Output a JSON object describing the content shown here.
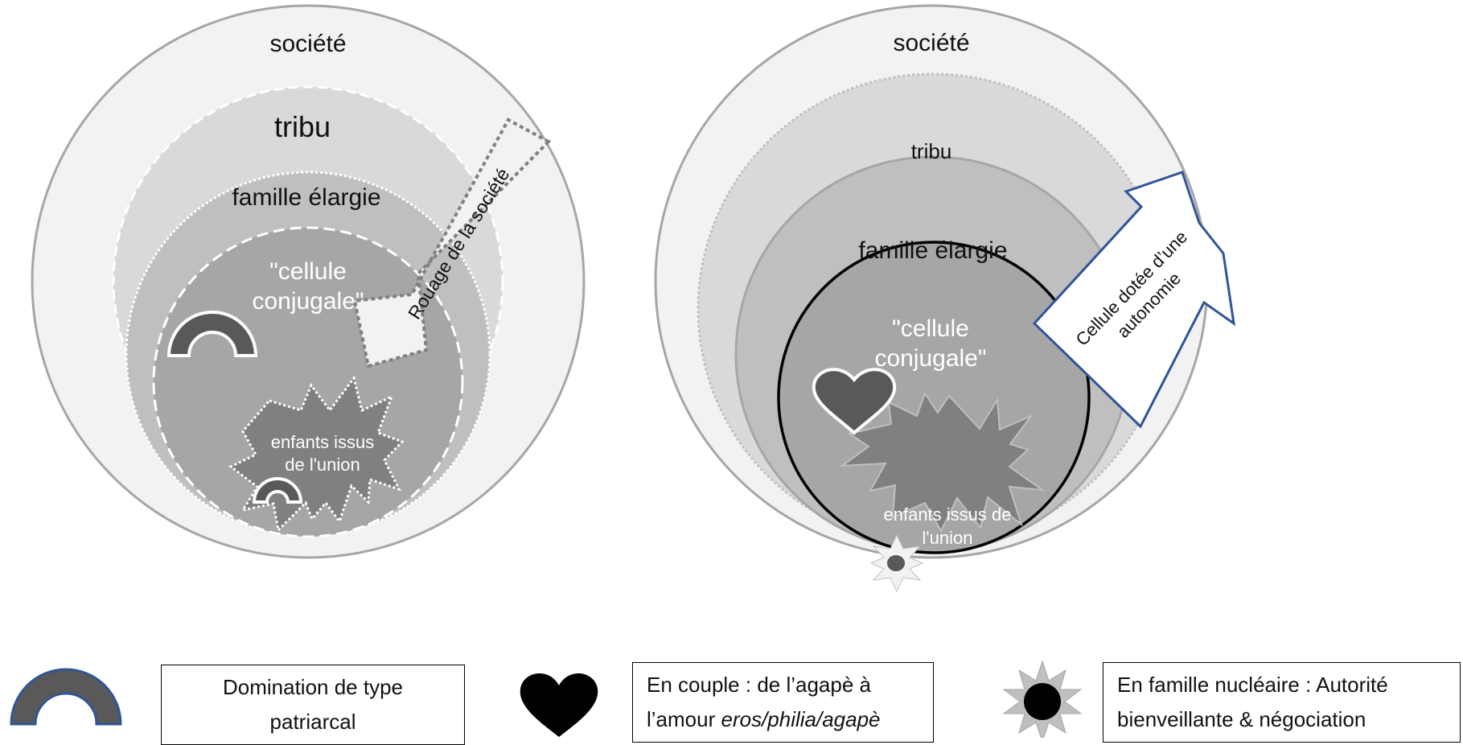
{
  "left_diagram": {
    "society_label": "société",
    "tribe_label": "tribu",
    "extended_family_label": "famille élargie",
    "couple_cell_line1": "\"cellule",
    "couple_cell_line2": "conjugale\"",
    "children_line1": "enfants issus",
    "children_line2": "de l'union",
    "arrow_label": "Rouage de la société"
  },
  "right_diagram": {
    "society_label": "société",
    "tribe_label": "tribu",
    "extended_family_label": "famille élargie",
    "couple_cell_line1": "\"cellule",
    "couple_cell_line2": "conjugale\"",
    "children_line1": "enfants issus de",
    "children_line2": "l'union",
    "arrow_label_line1": "Cellule dotée d’une",
    "arrow_label_line2": "autonomie"
  },
  "legend": [
    {
      "icon": "arch-icon",
      "line1": "Domination de type",
      "line2": "patriarcal"
    },
    {
      "icon": "heart-icon",
      "line1": "En couple : de l’agapè à",
      "line2_plain": "l’amour ",
      "line2_italic": "eros/philia/agapè"
    },
    {
      "icon": "sun-icon",
      "line1": "En famille nucléaire : Autorité",
      "line2": "bienveillante & négociation"
    }
  ],
  "colors": {
    "outer_ring": "#f2f2f2",
    "tribe": "#d9d9d9",
    "extended_family": "#bfbfbf",
    "couple": "#a6a6a6",
    "children": "#808080",
    "icon_dark": "#595959",
    "right_arrow_border": "#2f5597"
  }
}
